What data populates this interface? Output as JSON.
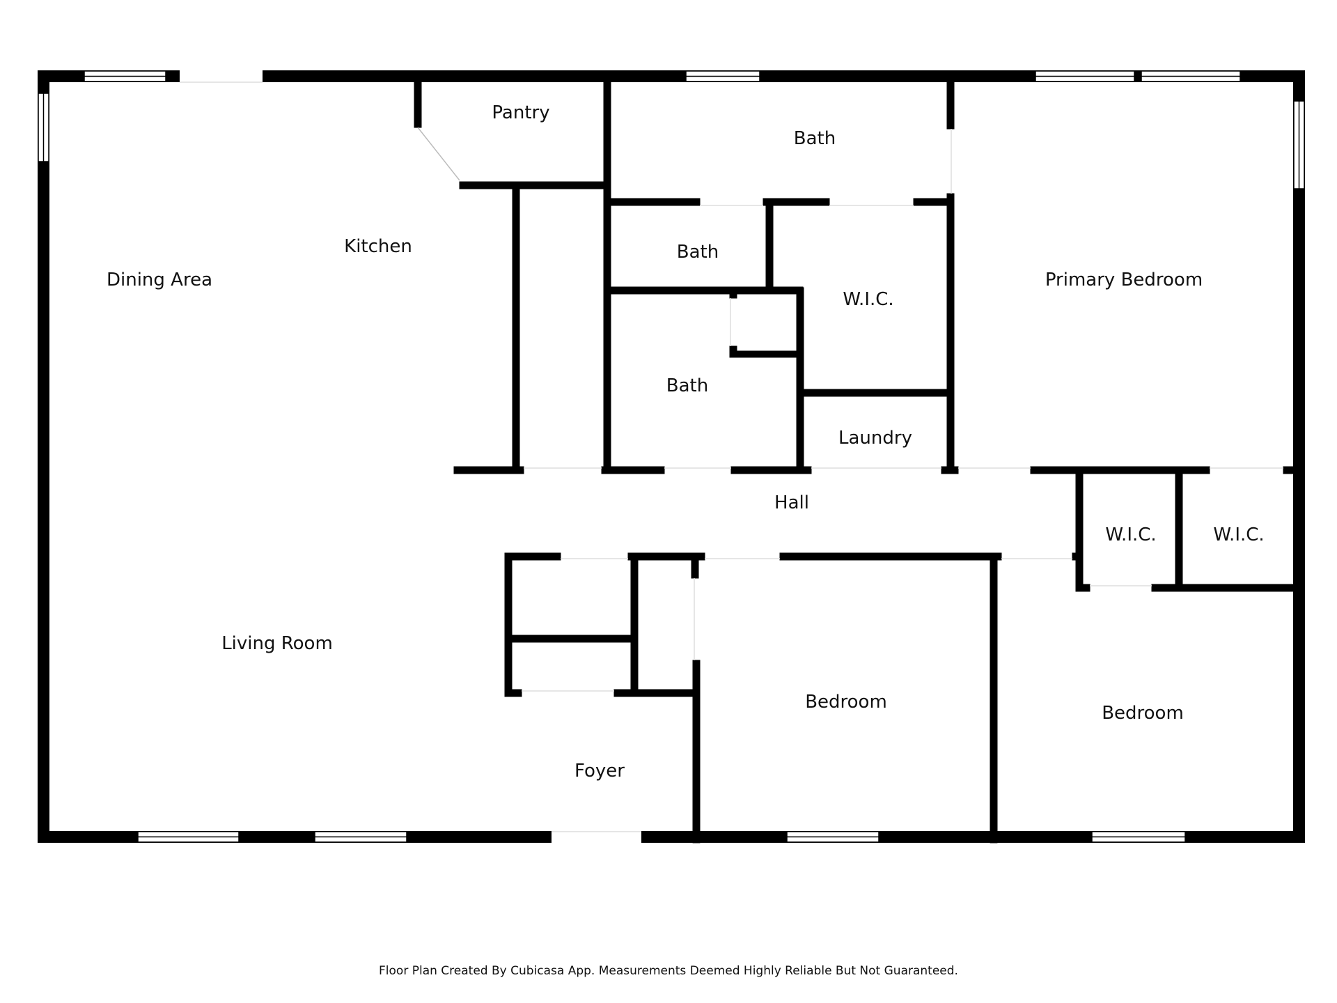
{
  "rooms": {
    "dining_area": "Dining Area",
    "kitchen": "Kitchen",
    "pantry": "Pantry",
    "bath_top": "Bath",
    "bath_middle": "Bath",
    "bath_lower": "Bath",
    "wic_top": "W.I.C.",
    "laundry": "Laundry",
    "primary_bedroom": "Primary Bedroom",
    "hall": "Hall",
    "wic_left": "W.I.C.",
    "wic_right": "W.I.C.",
    "living_room": "Living Room",
    "foyer": "Foyer",
    "bedroom_center": "Bedroom",
    "bedroom_right": "Bedroom"
  },
  "footer": "Floor Plan Created By Cubicasa App. Measurements Deemed Highly Reliable But Not Guaranteed.",
  "colors": {
    "wall": "#000000",
    "background": "#ffffff",
    "text": "#111111"
  }
}
